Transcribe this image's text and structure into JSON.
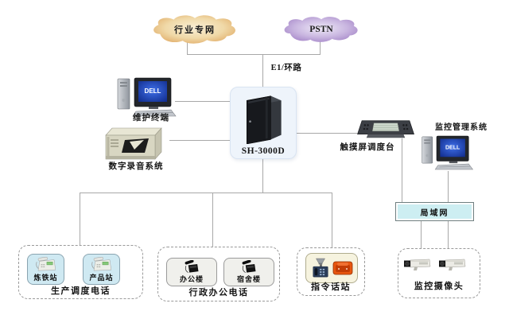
{
  "diagram": {
    "clouds": [
      {
        "id": "industry-private-network",
        "label": "行业专网",
        "color_edge": "#dfa760",
        "color_center": "#f8edd2"
      },
      {
        "id": "pstn",
        "label": "PSTN",
        "color_edge": "#a180c5",
        "color_center": "#ece8f5"
      }
    ],
    "trunk_label": "E1/环路",
    "server": {
      "model": "SH-3000D",
      "frame_fill": "#eef4fb"
    },
    "maintenance_terminal": {
      "label": "维护终端"
    },
    "recording_system": {
      "label": "数字录音系统"
    },
    "touch_console": {
      "label": "触摸屏调度台"
    },
    "monitoring_system": {
      "label": "监控管理系统"
    },
    "lan": {
      "label": "局域网",
      "fill": "#cdeef2"
    },
    "screen_brand": "DELL",
    "groups": [
      {
        "label": "生产调度电话",
        "card_fill": "#cfe9f2",
        "stations": [
          {
            "label": "炼铁站"
          },
          {
            "label": "产品站"
          }
        ]
      },
      {
        "label": "行政办公电话",
        "card_fill": "#f0f0ec",
        "stations": [
          {
            "label": "办公楼"
          },
          {
            "label": "宿舍楼"
          }
        ]
      },
      {
        "label": "指令话站",
        "card_fill": "#f6f3df"
      },
      {
        "label": "监控摄像头"
      }
    ],
    "line_color": "#a8a8a8"
  }
}
